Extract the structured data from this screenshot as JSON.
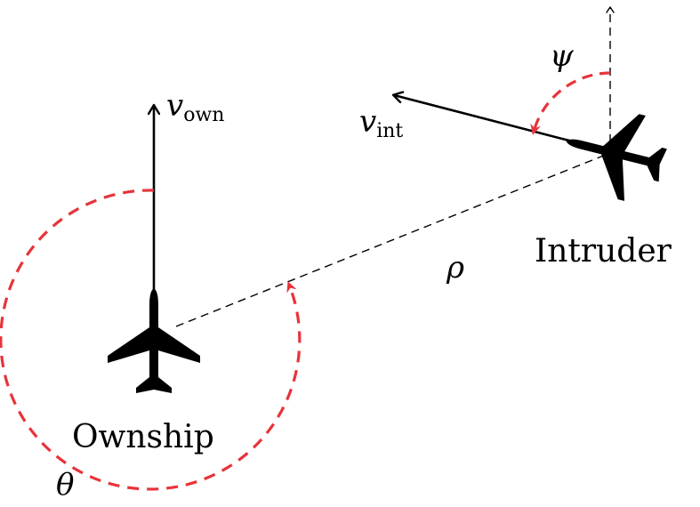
{
  "labels": {
    "ownship": "Ownship",
    "intruder": "Intruder",
    "v_own_symbol": "v",
    "v_own_sub": "own",
    "v_int_symbol": "v",
    "v_int_sub": "int",
    "rho": "ρ",
    "theta": "θ",
    "psi": "ψ"
  },
  "colors": {
    "arc": "#e8333a",
    "line": "#000000"
  },
  "icons": {
    "ownship": "airplane-icon",
    "intruder": "airplane-icon"
  }
}
